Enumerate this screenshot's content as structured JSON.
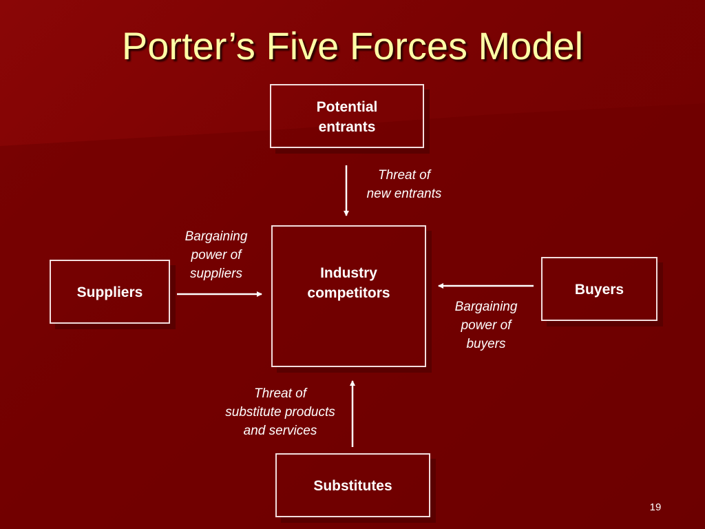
{
  "slide": {
    "title": "Porter’s Five Forces Model",
    "page_number": "19"
  },
  "boxes": {
    "potential_entrants": [
      "Potential",
      "entrants"
    ],
    "industry_competitors": [
      "Industry",
      "competitors"
    ],
    "suppliers": "Suppliers",
    "buyers": "Buyers",
    "substitutes": "Substitutes"
  },
  "forces": {
    "new_entrants": [
      "Threat of",
      "new entrants"
    ],
    "suppliers_power": [
      "Bargaining",
      "power of",
      "suppliers"
    ],
    "buyers_power": [
      "Bargaining",
      "power of",
      "buyers"
    ],
    "substitutes_threat": [
      "Threat of",
      "substitute products",
      "and services"
    ]
  },
  "colors": {
    "background": "#7a0000",
    "title": "#ffffa6",
    "box_border": "#f3dede",
    "text": "#ffffff"
  }
}
